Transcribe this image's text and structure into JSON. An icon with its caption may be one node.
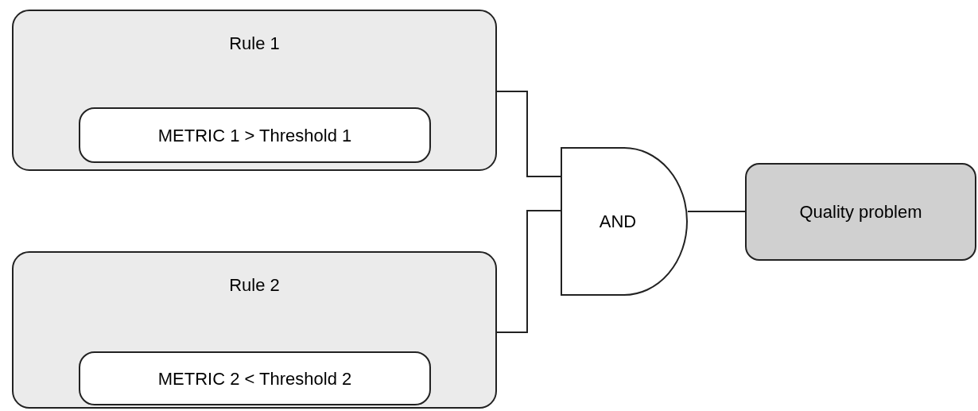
{
  "diagram": {
    "nodes": [
      {
        "text": [
          "Rule 1"
        ]
      },
      {
        "text": [
          "METRIC 1 > Threshold 1"
        ],
        "in": 0
      },
      {
        "text": [
          "Rule 2"
        ]
      },
      {
        "text": [
          "METRIC 2 < Threshold 2"
        ],
        "in": 2
      },
      {
        "text": [
          "AND"
        ]
      },
      {
        "text": [
          "Quality problem"
        ]
      }
    ],
    "edges": [
      {
        "from": 0,
        "to": 4,
        "arrow": "none"
      },
      {
        "from": 2,
        "to": 4,
        "arrow": "none"
      },
      {
        "from": 4,
        "to": 5,
        "arrow": "none"
      }
    ]
  }
}
